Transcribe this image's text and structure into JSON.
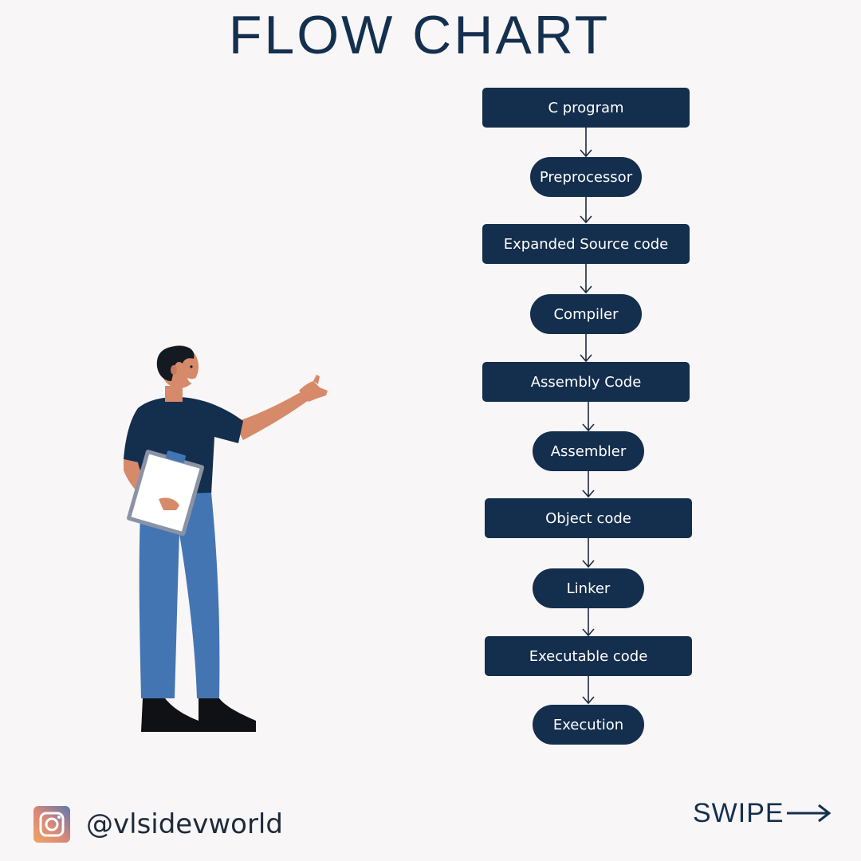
{
  "title": "FLOW CHART",
  "flow": {
    "nodes": [
      {
        "label": "C program",
        "shape": "rect"
      },
      {
        "label": "Preprocessor",
        "shape": "pill"
      },
      {
        "label": "Expanded Source code",
        "shape": "rect"
      },
      {
        "label": "Compiler",
        "shape": "pill"
      },
      {
        "label": "Assembly Code",
        "shape": "rect"
      },
      {
        "label": "Assembler",
        "shape": "pill"
      },
      {
        "label": "Object code",
        "shape": "rect"
      },
      {
        "label": "Linker",
        "shape": "pill"
      },
      {
        "label": "Executable code",
        "shape": "rect"
      },
      {
        "label": "Execution",
        "shape": "pill"
      }
    ]
  },
  "footer": {
    "handle": "@vlsidevworld",
    "swipe": "SWIPE",
    "social_icon": "instagram-icon",
    "swipe_icon": "arrow-right-icon"
  },
  "colors": {
    "background": "#f9f6f7",
    "node_fill": "#142e4d",
    "node_text": "#ffffff",
    "title": "#14304f"
  }
}
